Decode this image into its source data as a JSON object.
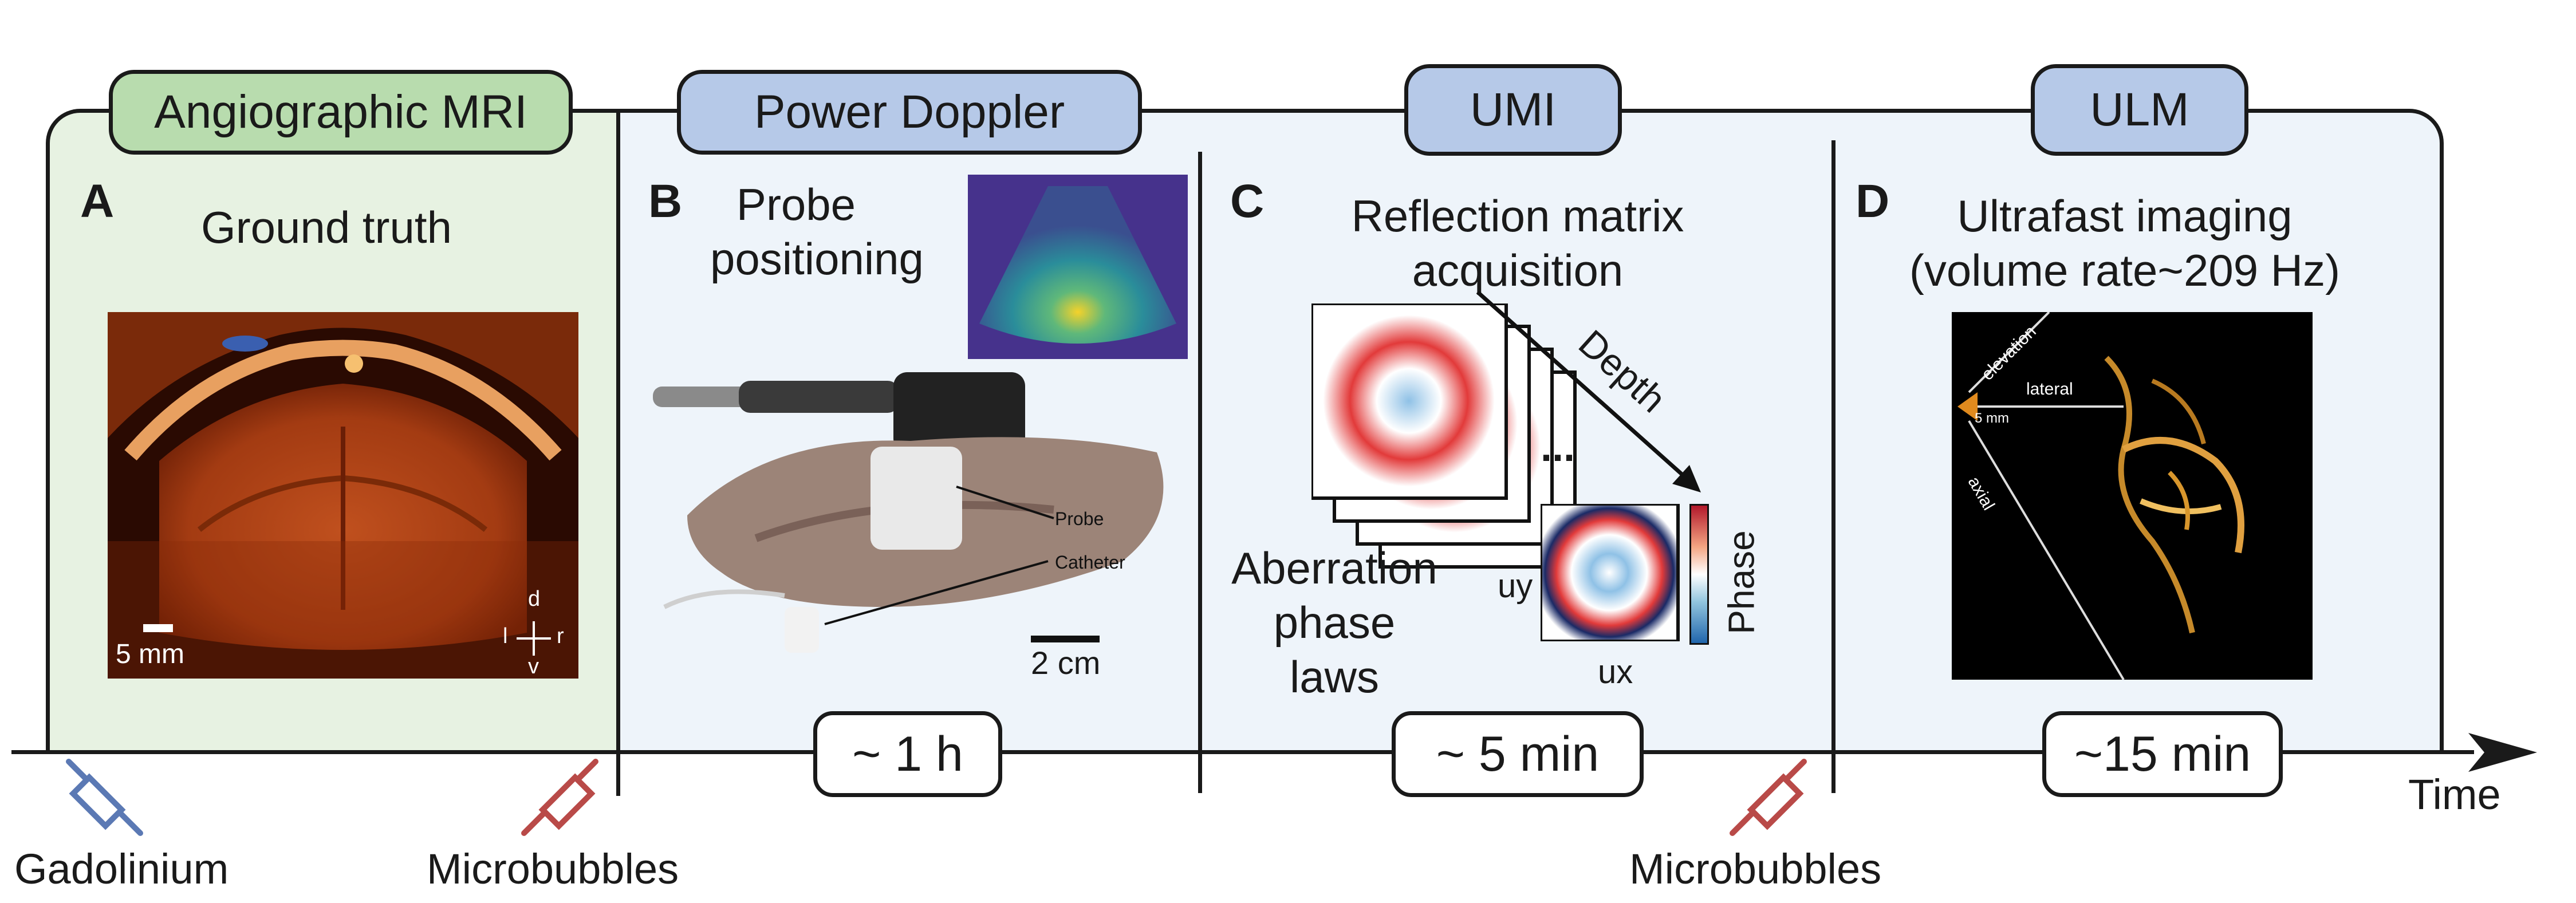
{
  "stages": [
    {
      "id": "mri",
      "tag": "Angiographic MRI",
      "letter": "A",
      "title": "Ground truth",
      "scale_label": "5 mm",
      "orient": {
        "d": "d",
        "l": "l",
        "r": "r",
        "v": "v"
      }
    },
    {
      "id": "doppler",
      "tag": "Power Doppler",
      "letter": "B",
      "title": "Probe positioning",
      "probe_label": "Probe",
      "catheter_label": "Catheter",
      "scale_label": "2 cm",
      "duration": "~ 1 h"
    },
    {
      "id": "umi",
      "tag": "UMI",
      "letter": "C",
      "title": "Reflection matrix acquisition",
      "depth_label": "Depth",
      "ellipsis": "...",
      "subtitle": "Aberration phase laws",
      "uy_label": "uy",
      "ux_label": "ux",
      "phase_label": "Phase",
      "duration": "~ 5 min"
    },
    {
      "id": "ulm",
      "tag": "ULM",
      "letter": "D",
      "title_line1": "Ultrafast imaging",
      "title_line2": "(volume rate~209 Hz)",
      "elevation_label": "elevation",
      "lateral_label": "lateral",
      "axial_label": "axial",
      "scale_label": "5 mm",
      "duration": "~15 min"
    }
  ],
  "timeline": {
    "axis_label": "Time"
  },
  "injections": [
    {
      "label": "Gadolinium",
      "color": "#5b79b4"
    },
    {
      "label": "Microbubbles",
      "color": "#b94a48"
    },
    {
      "label": "Microbubbles",
      "color": "#b94a48"
    }
  ],
  "colors": {
    "mri_bg": "#e7f2e2",
    "panel_bg": "#eef4fa",
    "mri_tag": "#b8dcae",
    "tag_blue": "#b6c9e8"
  }
}
